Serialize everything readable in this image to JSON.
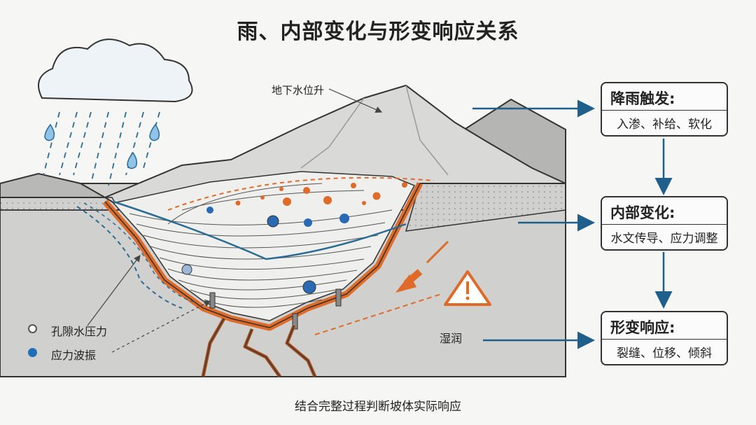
{
  "title": "雨、内部变化与形变响应关系",
  "caption": "结合完整过程判断坡体实际响应",
  "labels": {
    "groundwater_rise": "地下水位升",
    "wet": "湿润"
  },
  "legend": [
    {
      "label": "孔隙水压力",
      "marker": "hollow-circle"
    },
    {
      "label": "应力波振",
      "marker": "filled-circle",
      "color": "#1f6fb8"
    }
  ],
  "flow": [
    {
      "head": "降雨触发:",
      "sub": "入渗、补给、软化"
    },
    {
      "head": "内部变化:",
      "sub": "水文传导、应力调整"
    },
    {
      "head": "形变响应:",
      "sub": "裂缝、位移、倾斜"
    }
  ],
  "colors": {
    "accent_blue": "#1f5f8b",
    "orange": "#e06a28",
    "rock_gray": "#c9c9c7"
  },
  "icons": [
    "cloud-icon",
    "raindrop-icon",
    "warning-triangle-icon",
    "arrow-icon"
  ]
}
